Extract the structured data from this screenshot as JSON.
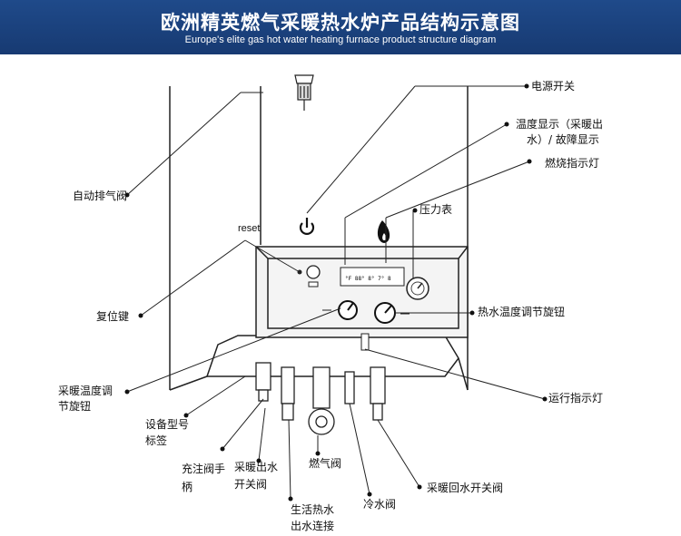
{
  "header": {
    "title": "欧洲精英燃气采暖热水炉产品结构示意图",
    "subtitle": "Europe's elite gas hot water heating furnace product structure diagram"
  },
  "device": {
    "reset_text": "reset"
  },
  "labels": {
    "power_switch": "电源开关",
    "temp_display_1": "温度显示（采暖出",
    "temp_display_2": "水）/ 故障显示",
    "burner_indicator": "燃烧指示灯",
    "auto_vent": "自动排气阀",
    "pressure_gauge": "压力表",
    "reset_key": "复位键",
    "hot_water_knob": "热水温度调节旋钮",
    "heating_knob_1": "采暖温度调",
    "heating_knob_2": "节旋钮",
    "run_indicator": "运行指示灯",
    "model_label_1": "设备型号",
    "model_label_2": "标签",
    "fill_handle_1": "充注阀手",
    "fill_handle_2": "柄",
    "heating_out_1": "采暖出水",
    "heating_out_2": "开关阀",
    "gas_valve": "燃气阀",
    "domestic_hot_1": "生活热水",
    "domestic_hot_2": "出水连接",
    "cold_water": "冷水阀",
    "heating_return": "采暖回水开关阀"
  }
}
